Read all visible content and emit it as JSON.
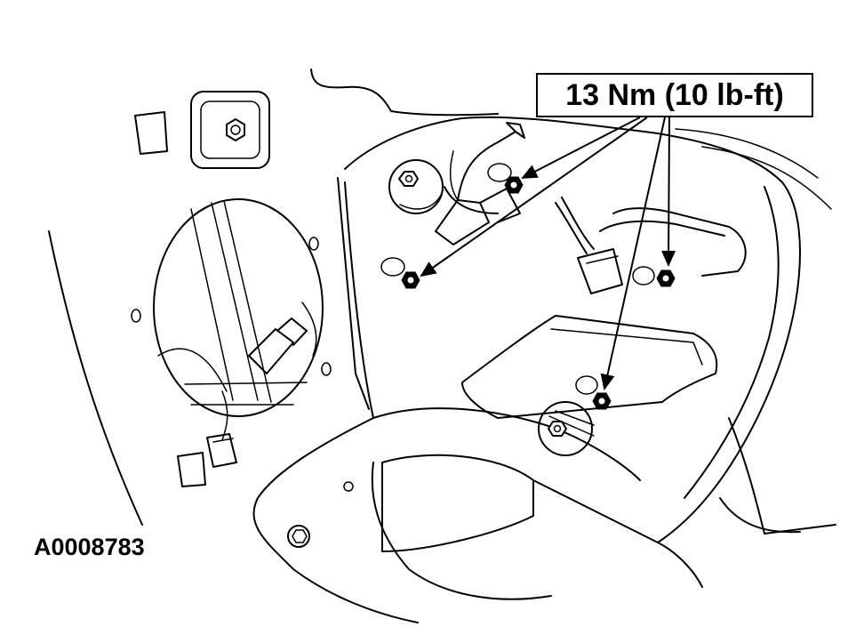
{
  "callout": {
    "torque_label": "13 Nm (10 lb-ft)"
  },
  "figure": {
    "id": "A0008783"
  },
  "icons": {
    "nut": "hex-nut-icon",
    "arrow": "leader-arrow"
  },
  "colors": {
    "ink": "#000000",
    "paper": "#ffffff"
  }
}
